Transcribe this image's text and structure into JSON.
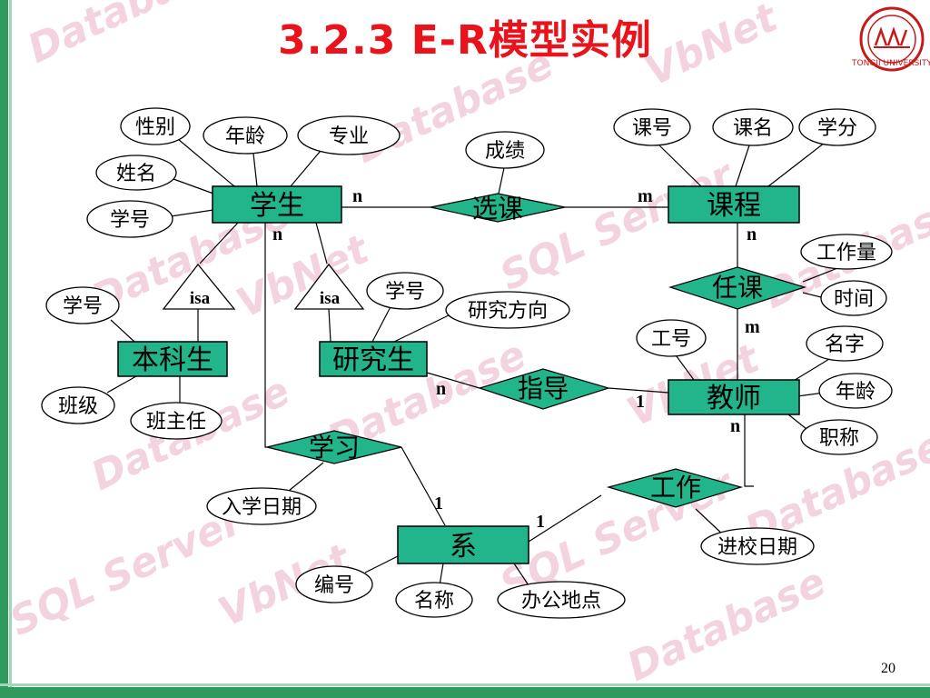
{
  "title": "3.2.3 E-R模型实例",
  "page_number": "20",
  "watermark": [
    "Database",
    "VbNet",
    "SQL Server"
  ],
  "colors": {
    "entity_fill": "#22b48a",
    "title_color": "#e8131b",
    "band": "#2f9a5c",
    "watermark": "#f3d3e0"
  },
  "logo": {
    "icon": "university-seal-icon",
    "text": "TONGJI UNIVERSITY"
  },
  "entities": {
    "student": "学生",
    "course": "课程",
    "undergrad": "本科生",
    "graduate": "研究生",
    "teacher": "教师",
    "department": "系"
  },
  "relationships": {
    "select": "选课",
    "teach": "任课",
    "guide": "指导",
    "study": "学习",
    "work": "工作"
  },
  "isa": [
    "isa",
    "isa"
  ],
  "attributes": {
    "student_gender": "性别",
    "student_age": "年龄",
    "student_major": "专业",
    "student_name": "姓名",
    "student_id": "学号",
    "select_grade": "成绩",
    "course_id": "课号",
    "course_name": "课名",
    "course_credit": "学分",
    "teach_workload": "工作量",
    "teach_time": "时间",
    "undergrad_id": "学号",
    "undergrad_class": "班级",
    "undergrad_advisor": "班主任",
    "grad_id": "学号",
    "grad_direction": "研究方向",
    "teacher_id": "工号",
    "teacher_name": "名字",
    "teacher_age": "年龄",
    "teacher_title": "职称",
    "study_date": "入学日期",
    "work_date": "进校日期",
    "dept_id": "编号",
    "dept_name": "名称",
    "dept_office": "办公地点"
  },
  "cardinalities": {
    "select_student": "n",
    "select_course": "m",
    "teach_course": "n",
    "teach_teacher": "m",
    "study_student": "n",
    "study_dept": "1",
    "guide_grad": "n",
    "guide_teacher": "1",
    "work_teacher": "n",
    "work_dept": "1"
  }
}
